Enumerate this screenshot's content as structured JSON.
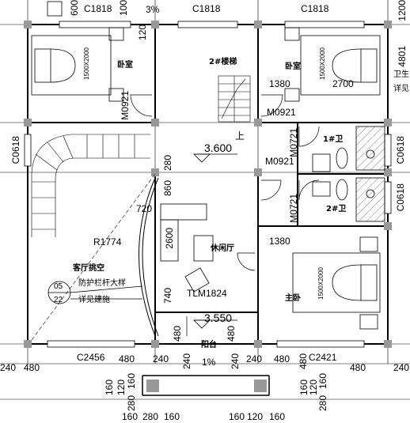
{
  "rooms": {
    "bedroom_nw": "卧室",
    "stair2": "2#楼梯",
    "bedroom_ne": "卧室",
    "bath_right": "卫生",
    "bath_right_note": "详见",
    "bath1": "1#卫",
    "bath2": "2#卫",
    "lounge": "休闲厅",
    "master": "主卧",
    "living_void": "客厅挑空",
    "balcony": "阳台"
  },
  "windows": {
    "c1818_left": "C1818",
    "c1818_mid": "C1818",
    "c1818_right": "C1818",
    "c0618_left": "C0618",
    "c0618_right_top": "C0618",
    "c0618_right_bottom": "C0618",
    "c2456": "C2456",
    "c2421": "C2421",
    "tlm1824": "TLM1824"
  },
  "doors": {
    "m0921_bed_nw": "M0921",
    "m0921_bed_ne": "M0921",
    "m0921_center": "M0921",
    "m0721_top": "M0721",
    "m0721_bottom": "M0721"
  },
  "beds": {
    "bed_nw": "1500X2000",
    "bed_ne": "1500X2000",
    "bed_master": "1500X2000"
  },
  "elevations": {
    "upper": "3.600",
    "balcony": "3.550"
  },
  "slopes": {
    "top": "3%",
    "balcony": "1%"
  },
  "notes": {
    "up_mark": "上",
    "radius": "R1774",
    "detail_num": "05",
    "detail_sheet": "22",
    "rail_note": "防护栏杆大样",
    "see_note": "详见建施"
  },
  "dimensions": {
    "d1380_top": "1380",
    "d2700": "2700",
    "d1380_mid": "1380",
    "d720": "720",
    "d280": "280",
    "d860": "860",
    "d2600": "2600",
    "d740": "740",
    "d480_v1": "480",
    "d480_v2": "480",
    "d120_top": "120",
    "d600_top": "600",
    "d100_top": "100",
    "d1200_right": "1200",
    "d4801_right": "4801",
    "d240_l": "240",
    "d480_l": "480",
    "d480_b1": "480",
    "d240_b1": "240",
    "d240_b2": "240",
    "d240_b3": "240",
    "d480_b2": "480",
    "d480_r": "480",
    "d240_r": "240",
    "d240_v_bot": "240",
    "d480_v_bot": "480",
    "d160_l1": "160",
    "d120_l1": "120",
    "d160_l2": "160",
    "d280_l1": "280",
    "d160_r1": "160",
    "d120_r1": "120",
    "d160_r2": "160",
    "d280_r1": "280",
    "b160_1": "160",
    "b280": "280",
    "b160_2": "160",
    "b160_3": "160",
    "b120": "120",
    "b160_4": "160"
  }
}
